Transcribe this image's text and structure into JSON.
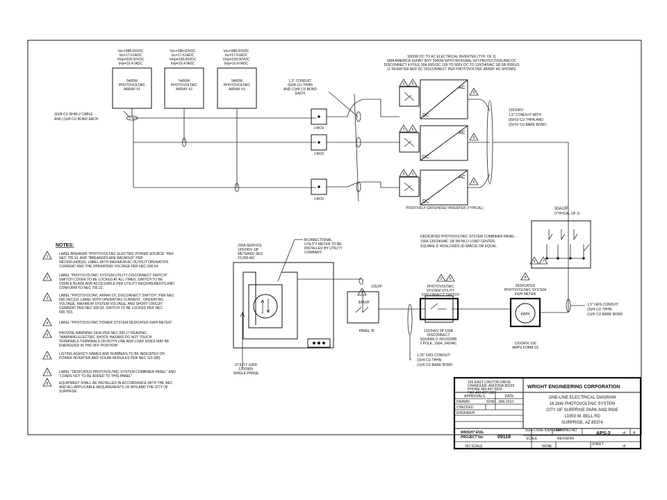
{
  "arrays": [
    {
      "voc": "Voc=388.00VDC",
      "isc": "Isc=17.61ADC",
      "vmp": "Vmp=328.00VDC",
      "imp": "Imp=16.47ADC",
      "label1": "5400W",
      "label2": "PHOTOVOLTAIC",
      "label3": "ARRAY #1"
    },
    {
      "voc": "Voc=388.00VDC",
      "isc": "Isc=17.61ADC",
      "vmp": "Vmp=328.00VDC",
      "imp": "Imp=16.47ADC",
      "label1": "5400W",
      "label2": "PHOTOVOLTAIC",
      "label3": "ARRAY #2"
    },
    {
      "voc": "Voc=388.00VDC",
      "isc": "Isc=17.61ADC",
      "vmp": "Vmp=328.00VDC",
      "imp": "Imp=16.47ADC",
      "label1": "5400W",
      "label2": "PHOTOVOLTAIC",
      "label3": "ARRAY #3"
    }
  ],
  "cable_note": [
    "(6)#8 CU RHW-2 CABLE",
    "AND (1)#8 CU BOND EACH"
  ],
  "conduit_note": [
    "1.5\" CONDUIT",
    "(6)#8 CU THHN",
    "AND (1)#8 CU BOND",
    "EACH"
  ],
  "inverter_note": [
    "5000W DC TO AC ELECTRICAL INVERTER (TYP. OF 3)",
    "SMA AMERICA SUNNY BOY 5000W WITH INTEGRAL GFI PROTECTION AND DC",
    "DISCONNECT 4 POLE 30A 600VDC 100 TO 500V DC TO 120/240VAC 1Ø SB 5000US",
    "(1 INVERTER AND DC DISCONNECT PER PHOTOVOLTAIC ARRAY AS SHOWN)"
  ],
  "jbox_label": "J-BOX",
  "inverter_ac": "AC",
  "inverter_dc": "DC",
  "inverter_caption": "POSITIVELY GROUNDED INVERTER (TYPICAL)",
  "ac_conduit_note": [
    "120/240V",
    "1.5\" CONDUIT WITH",
    "(9)#10 CU THHN AND",
    "(3)#10 CU BARE BOND."
  ],
  "breaker_note": [
    "30A/2P",
    "(TYPICAL OF 3)"
  ],
  "combiner_note": [
    "DEDICATED PHOTOVOLTAIC SYSTEM COMBINER PANEL.",
    "100A 120/240VAC 1Ø 3W MLO LOAD CENTER,",
    "SQUARE D #816L100DS (8-SPACE) OR EQUAL."
  ],
  "meter_note": [
    "BI-DIRECTIONAL",
    "UTILITY METER TO BE",
    "INSTALLED BY UTILITY",
    "COMPANY."
  ],
  "service_note": [
    "200A SERVICE",
    "120/240V 1Ø",
    "METERED SES",
    "22,000 AIC"
  ],
  "panel_breaker": "125/2P",
  "pv_breaker": "80A/2P",
  "panel_name": "PANEL 'R'",
  "utility_note": [
    "UTILITY GRID",
    "120/240V",
    "SINGLE PHASE"
  ],
  "disconnect_title": [
    "PHOTOVOLTAIC",
    "SYSTEM UTILITY",
    "DISCONNECT SWITCH"
  ],
  "disconnect_spec": [
    "120/240V 2P 100A",
    "DISCONNECT",
    "SQUARE D #DU323RB",
    "2 POLE, 100A, 240VAC"
  ],
  "kwh_title": [
    "DEDICATED",
    "PHOTOVOLTAIC SYSTEM",
    "KWH METER"
  ],
  "kwh_label": "kWH",
  "kwh_spec": [
    "120/240V 100",
    "AMPS FORM 2S"
  ],
  "conduit_125": [
    "1.25\" GRS CONDUIT",
    "(3)#4 CU THHN",
    "(1)#6 CU BARE BOND"
  ],
  "conduit_15_grs": [
    "1.5\" GRS CONDUIT",
    "(3)#4 CU THHN",
    "(1)#6 CU BARE BOND"
  ],
  "notes_title": "NOTES:",
  "notes": [
    {
      "num": "1",
      "lines": [
        "LABEL BREAKER \"PHOTOVOLTAIC ELECTRIC POWER SOURCE\" PER",
        "NEC 705.10, AND \"BREAKERS ARE BACKFED\" PER",
        "NEC690-64(B)(5). LABEL WITH MAXIMUM AC OUTPUT OPERATION",
        "CURRENT AND THE OPERATING VOLTAGE PER NEC 690.54."
      ]
    },
    {
      "num": "2",
      "lines": [
        "LABEL \"PHOTOVOLTAIC SYSTEM UTILITY DISCONNECT SWITCH\".",
        "SWITCH COVER TO BE LOCKED AT ALL TIMES. SWITCH TO BE",
        "VISIBLE BLADE AND ACCESSIBLE PER UTILITY REQUIREMENTS AND",
        "CONFORM TO NEC 705.22."
      ]
    },
    {
      "num": "3",
      "lines": [
        "LABEL \"PHOTOVOLTAIC ARRAY DC DISCONNECT SWITCH\". PER NEC",
        "690.14(C)(2). LABEL WITH OPERATING CURRENT , OPERATING",
        "VOLTAGE, MAXIMUM SYSTEM VOLTAGE, AND SHORT CIRCUIT",
        "CURRENT PER NEC 690.53. SWITCH TO BE LOCKED PER NEC",
        "690.7(D)."
      ]
    },
    {
      "num": "4",
      "lines": [
        "LABEL \"PHOTOVOLTAIC POWER SYSTEM DEDICATED KWH METER\"."
      ]
    },
    {
      "num": "5",
      "lines": [
        "PROVIDE WARNING SIGN PER NEC 690.17 READING",
        "\"WARNING-ELECTRIC SHOCK HAZARD-DO NOT TOUCH",
        "TERMINALS-TERMINALS ON BOTH LINE AND LOAD SIDES MAY BE",
        "ENERGIZED IN THE OFF POSITION\"."
      ]
    },
    {
      "num": "6",
      "lines": [
        "LISTING AGENCY NAMES AND NUMBERS TO BE INDICATED ON",
        "POWER INVERTER AND SOLAR MODULES PER NEC 110.3(B)."
      ]
    },
    {
      "num": "7",
      "lines": [
        "LABEL \"DEDICATED PHOTOVOLTAIC SYSTEM COMBINER PANEL\" AND",
        "\"LOADS NOT TO BE ADDED TO THIS PANEL\"."
      ]
    },
    {
      "num": "8",
      "lines": [
        "EQUIPMENT SHALL BE INSTALLED IN ACCORDANCE WITH THE NEC",
        "AND ALL APPLICABLE REQUIREMENTS OF APS AND THE CITY OF",
        "SURPRISE."
      ]
    }
  ],
  "title_block": {
    "address": [
      "165 EAST CHILTON DRIVE",
      "CHANDLER, ARIZONA 85225",
      "PHONE 480.497.5829",
      "FAX 480.497.5807"
    ],
    "company": "WRIGHT ENGINEERING CORPORATION",
    "approvals": "APPROVALS",
    "date_hdr": "DATE",
    "drawn": "DRAWN",
    "drawn_by": "SDW",
    "drawn_date": "JAN 2010",
    "checked": "CHECKED",
    "engineer": "ENGINEER",
    "title_lines": [
      "ONE-LINE ELECTRICAL DIAGRAM",
      "16.2kW PHOTOVOLTAIC SYSTEM",
      "CITY OF SURPRISE PARK AND RIDE",
      "13359 W. BELL RD",
      "SURPRISE, AZ 85374"
    ],
    "project_label": [
      "WRIGHT ENG.",
      "PROJECT No:"
    ],
    "project_no": "09118",
    "size_lbl": "SIZE",
    "code_lbl": "CODE IDENT NO.",
    "drawing_lbl": "DRAWING NO.",
    "drawing_no": "APS-2",
    "of_lbl": "of",
    "sheets": "4",
    "scale_lbl": "SCALE",
    "scale": "NO SCALE",
    "rev_lbl": "REVISION",
    "rev": "NONE",
    "sheet_lbl": "SHEET",
    "sheet_of": "of"
  }
}
